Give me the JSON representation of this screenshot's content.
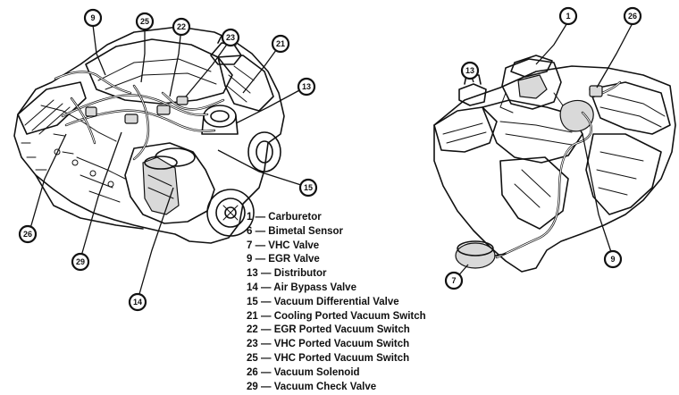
{
  "legend": [
    {
      "number": "1",
      "name": "Carburetor"
    },
    {
      "number": "6",
      "name": "Bimetal Sensor"
    },
    {
      "number": "7",
      "name": "VHC Valve"
    },
    {
      "number": "9",
      "name": "EGR Valve"
    },
    {
      "number": "13",
      "name": "Distributor"
    },
    {
      "number": "14",
      "name": "Air Bypass Valve"
    },
    {
      "number": "15",
      "name": "Vacuum Differential Valve"
    },
    {
      "number": "21",
      "name": "Cooling Ported Vacuum Switch"
    },
    {
      "number": "22",
      "name": "EGR Ported Vacuum Switch"
    },
    {
      "number": "23",
      "name": "VHC Ported Vacuum Switch"
    },
    {
      "number": "25",
      "name": "VHC Ported Vacuum Switch"
    },
    {
      "number": "26",
      "name": "Vacuum Solenoid"
    },
    {
      "number": "29",
      "name": "Vacuum Check Valve"
    }
  ],
  "left_callouts": [
    "9",
    "25",
    "22",
    "23",
    "21",
    "13",
    "15",
    "26",
    "29",
    "14"
  ],
  "right_callouts": [
    "1",
    "26",
    "13",
    "7",
    "9"
  ]
}
